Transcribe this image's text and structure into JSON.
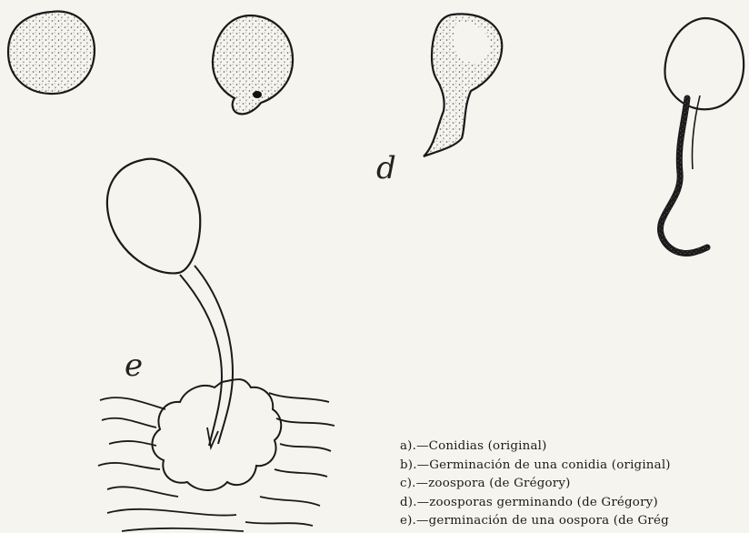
{
  "figure": {
    "labels": {
      "d": "d",
      "e": "e"
    },
    "caption_lines": [
      "a).—Conidias (original)",
      "b).—Germinación de una conidia (original)",
      "c).—zoospora (de Grégory)",
      "d).—zoosporas germinando (de Grégory)",
      "e).—germinación de una oospora (de Grég"
    ]
  }
}
